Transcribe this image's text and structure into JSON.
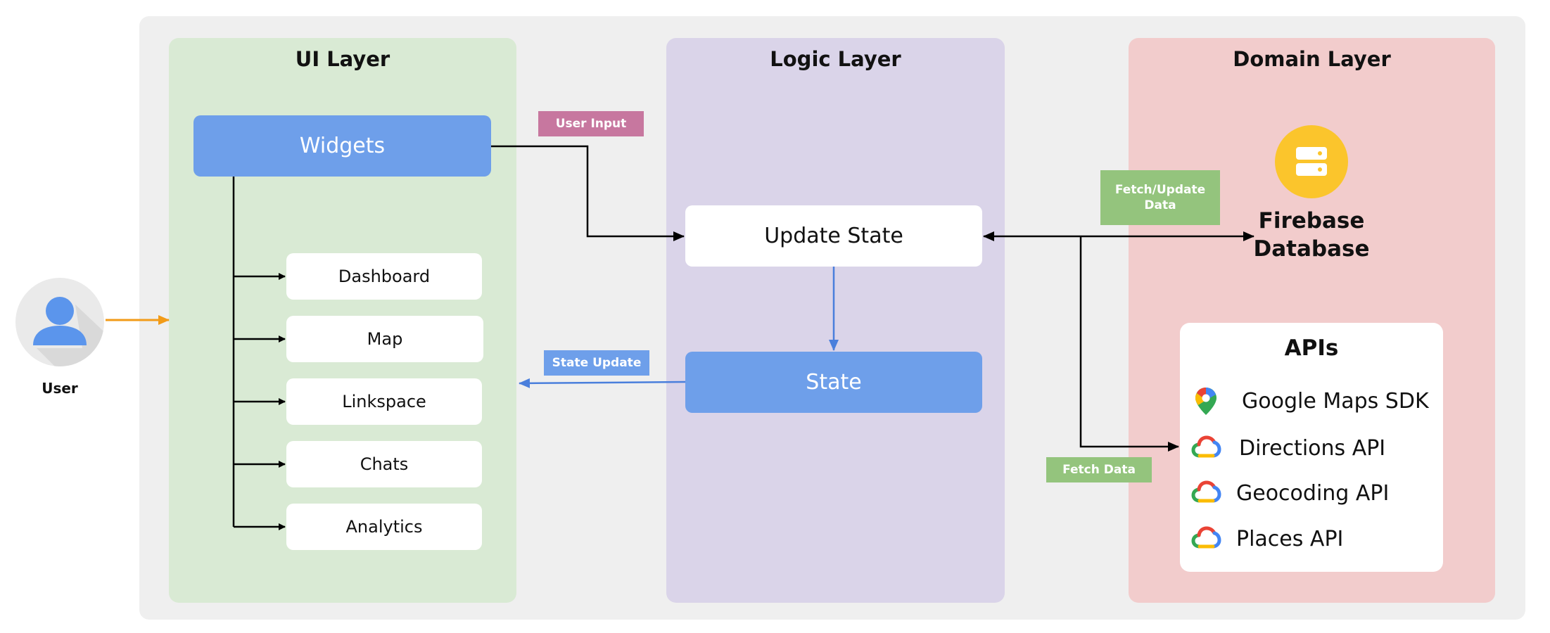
{
  "user": {
    "label": "User",
    "icon": "user-icon"
  },
  "layers": {
    "ui": {
      "title": "UI Layer"
    },
    "logic": {
      "title": "Logic Layer"
    },
    "domain": {
      "title": "Domain Layer"
    }
  },
  "ui_layer": {
    "widgets": "Widgets",
    "items": [
      "Dashboard",
      "Map",
      "Linkspace",
      "Chats",
      "Analytics"
    ]
  },
  "logic_layer": {
    "update_state": "Update State",
    "state": "State"
  },
  "domain_layer": {
    "firebase": {
      "line1": "Firebase",
      "line2": "Database",
      "icon": "database-icon"
    },
    "apis": {
      "title": "APIs",
      "items": [
        {
          "label": "Google Maps SDK",
          "icon": "google-maps-pin-icon"
        },
        {
          "label": "Directions API",
          "icon": "google-cloud-icon"
        },
        {
          "label": "Geocoding API",
          "icon": "google-cloud-icon"
        },
        {
          "label": "Places API",
          "icon": "google-cloud-icon"
        }
      ]
    }
  },
  "edge_labels": {
    "user_input": "User Input",
    "state_update": "State Update",
    "fetch_update_line1": "Fetch/Update",
    "fetch_update_line2": "Data",
    "fetch_data": "Fetch Data"
  },
  "colors": {
    "ui_layer_bg": "#d9ead4",
    "logic_layer_bg": "#dad4e9",
    "domain_layer_bg": "#f2cccc",
    "accent_blue": "#6e9fea",
    "user_arrow": "#f29b18",
    "tag_pink": "#c7779f",
    "tag_green": "#94c47d",
    "firebase_yellow": "#fbc52c"
  }
}
